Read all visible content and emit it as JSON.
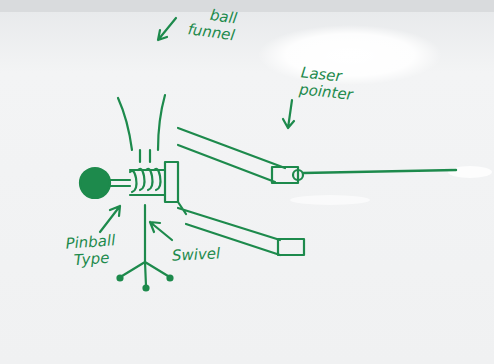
{
  "diagram": {
    "labels": [
      "ball funnel",
      "Laser pointer",
      "Pinball Type",
      "Swivel"
    ]
  }
}
